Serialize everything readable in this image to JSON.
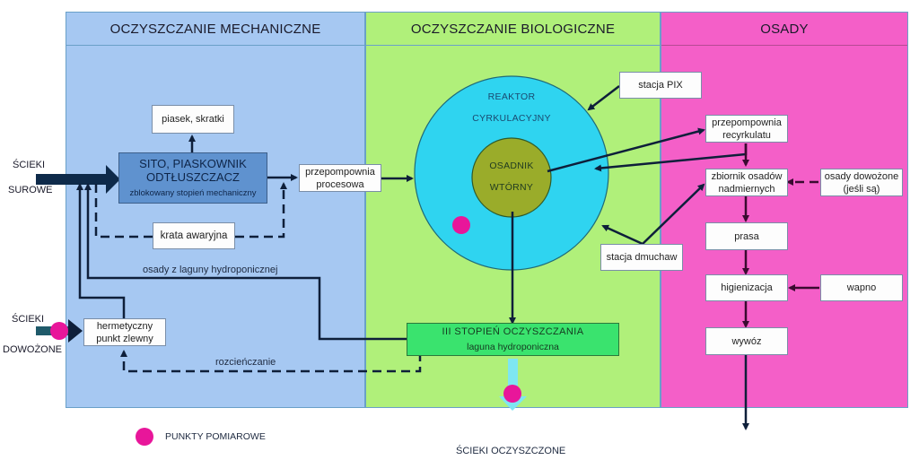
{
  "zones": {
    "mechanical": "OCZYSZCZANIE MECHANICZNE",
    "biological": "OCZYSZCZANIE BIOLOGICZNE",
    "sludge": "OSADY"
  },
  "inputs": {
    "raw_line1": "ŚCIEKI",
    "raw_line2": "SUROWE",
    "delivered_line1": "ŚCIEKI",
    "delivered_line2": "DOWOŻONE"
  },
  "mechanical": {
    "grit": "piasek, skratki",
    "screen_line1": "SITO, PIASKOWNIK",
    "screen_line2": "ODTŁUSZCZACZ",
    "screen_sub": "zblokowany stopień mechaniczny",
    "emergency_grate": "krata awaryjna",
    "sealed_point_line1": "hermetyczny",
    "sealed_point_line2": "punkt zlewny",
    "lagoon_sludge_label": "osady z laguny hydroponicznej",
    "dilution_label": "rozcieńczanie"
  },
  "biological": {
    "process_pump_line1": "przepompownia",
    "process_pump_line2": "procesowa",
    "reactor_line1": "REAKTOR",
    "reactor_line2": "CYRKULACYJNY",
    "settler_line1": "OSADNIK",
    "settler_line2": "WTÓRNY",
    "pix_station": "stacja PIX",
    "blower_station": "stacja dmuchaw",
    "third_stage_line1": "III STOPIEŃ OCZYSZCZANIA",
    "third_stage_line2": "laguna hydroponiczna",
    "output": "ŚCIEKI OCZYSZCZONE"
  },
  "sludge": {
    "recirc_pump_line1": "przepompownia",
    "recirc_pump_line2": "recyrkulatu",
    "excess_tank_line1": "zbiornik osadów",
    "excess_tank_line2": "nadmiernych",
    "delivered_sludge_line1": "osady dowożone",
    "delivered_sludge_line2": "(jeśli są)",
    "press": "prasa",
    "hygienization": "higienizacja",
    "lime": "wapno",
    "removal": "wywóz"
  },
  "legend": {
    "measurement_points": "PUNKTY POMIAROWE"
  },
  "colors": {
    "mechanical_zone": "#a6c8f2",
    "biological_zone": "#b0f07a",
    "sludge_zone": "#f45fc8",
    "reactor": "#2fd4f0",
    "settler": "#9aac2a",
    "measurement_point": "#e8169a",
    "flow_line": "#0e1f3a",
    "third_stage": "#3ae36e"
  }
}
